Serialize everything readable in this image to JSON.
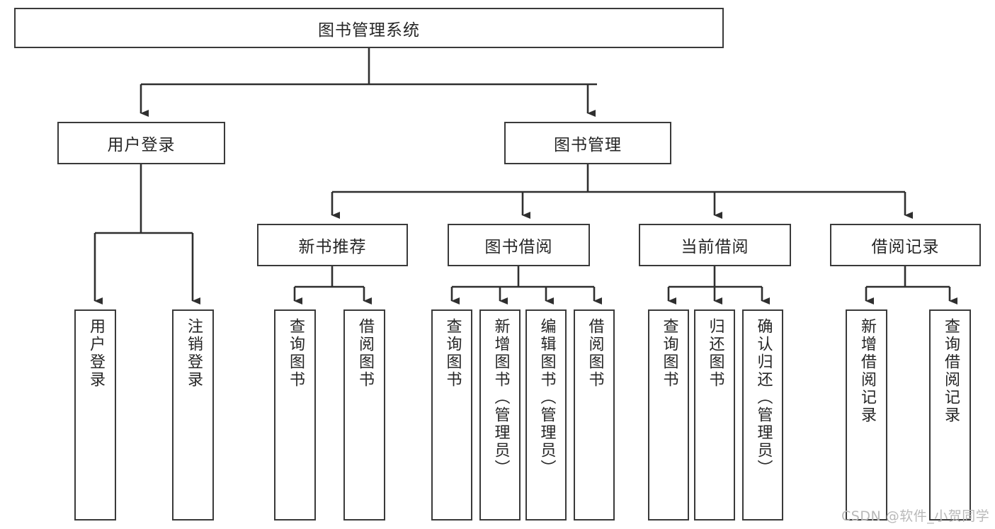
{
  "diagram": {
    "type": "tree-hierarchy",
    "orientation": "top-down",
    "root": {
      "id": "root",
      "label": "图书管理系统"
    },
    "level2": [
      {
        "id": "user-login",
        "label": "用户登录"
      },
      {
        "id": "book-manage",
        "label": "图书管理"
      }
    ],
    "level3": [
      {
        "id": "new-book-rec",
        "label": "新书推荐",
        "parent": "book-manage"
      },
      {
        "id": "book-borrow",
        "label": "图书借阅",
        "parent": "book-manage"
      },
      {
        "id": "current-borrow",
        "label": "当前借阅",
        "parent": "book-manage"
      },
      {
        "id": "borrow-record",
        "label": "借阅记录",
        "parent": "book-manage"
      }
    ],
    "leaves": [
      {
        "id": "leaf-user-login",
        "label": "用户登录",
        "parent": "user-login"
      },
      {
        "id": "leaf-user-logout",
        "label": "注销登录",
        "parent": "user-login"
      },
      {
        "id": "leaf-rec-query",
        "label": "查询图书",
        "parent": "new-book-rec"
      },
      {
        "id": "leaf-rec-borrow",
        "label": "借阅图书",
        "parent": "new-book-rec"
      },
      {
        "id": "leaf-bb-query",
        "label": "查询图书",
        "parent": "book-borrow"
      },
      {
        "id": "leaf-bb-add",
        "label": "新增图书（管理员）",
        "parent": "book-borrow"
      },
      {
        "id": "leaf-bb-edit",
        "label": "编辑图书（管理员）",
        "parent": "book-borrow"
      },
      {
        "id": "leaf-bb-borrow",
        "label": "借阅图书",
        "parent": "book-borrow"
      },
      {
        "id": "leaf-cb-query",
        "label": "查询图书",
        "parent": "current-borrow"
      },
      {
        "id": "leaf-cb-return",
        "label": "归还图书",
        "parent": "current-borrow"
      },
      {
        "id": "leaf-cb-confirm",
        "label": "确认归还（管理员）",
        "parent": "current-borrow"
      },
      {
        "id": "leaf-br-add",
        "label": "新增借阅记录",
        "parent": "borrow-record"
      },
      {
        "id": "leaf-br-query",
        "label": "查询借阅记录",
        "parent": "borrow-record"
      }
    ]
  },
  "watermark": {
    "text": "CSDN @软件_小贺同学"
  },
  "colors": {
    "background": "#ffffff",
    "box_border": "#3a3a3a",
    "text": "#262626",
    "connector": "#2f2f2f",
    "watermark": "#b9b9b9"
  }
}
